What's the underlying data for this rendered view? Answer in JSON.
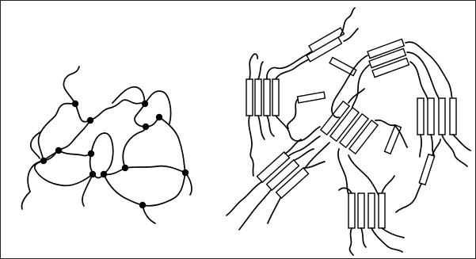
{
  "figure": {
    "background": "#ffffff",
    "line_color": "#000000",
    "panels": [
      {
        "name": "crosslinked-network",
        "crosslink_count": 13
      },
      {
        "name": "rod-chain-assembly",
        "rod_groups": 9
      }
    ]
  }
}
